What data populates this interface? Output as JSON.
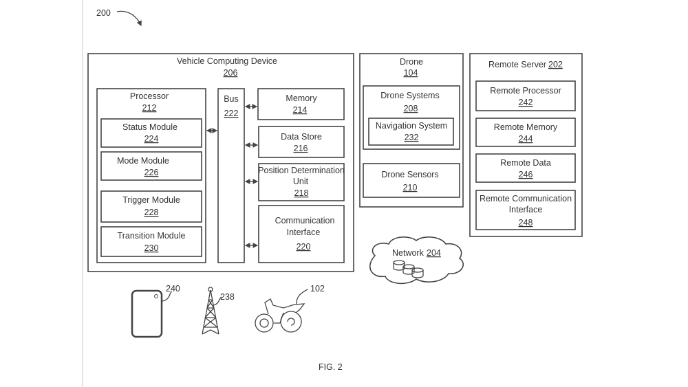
{
  "figure_ref": "200",
  "figure_caption": "FIG. 2",
  "vehicle_computing_device": {
    "title": "Vehicle Computing Device",
    "ref": "206",
    "processor": {
      "title": "Processor",
      "ref": "212",
      "modules": [
        {
          "title": "Status Module",
          "ref": "224"
        },
        {
          "title": "Mode Module",
          "ref": "226"
        },
        {
          "title": "Trigger Module",
          "ref": "228"
        },
        {
          "title": "Transition Module",
          "ref": "230"
        }
      ]
    },
    "bus": {
      "title": "Bus",
      "ref": "222"
    },
    "components": [
      {
        "title": "Memory",
        "ref": "214"
      },
      {
        "title": "Data Store",
        "ref": "216"
      },
      {
        "title_line1": "Position Determination",
        "title_line2": "Unit",
        "ref": "218"
      },
      {
        "title_line1": "Communication",
        "title_line2": "Interface",
        "ref": "220"
      }
    ]
  },
  "drone": {
    "title": "Drone",
    "ref": "104",
    "systems": {
      "title": "Drone Systems",
      "ref": "208",
      "navigation": {
        "title": "Navigation System",
        "ref": "232"
      }
    },
    "sensors": {
      "title": "Drone Sensors",
      "ref": "210"
    }
  },
  "remote_server": {
    "title": "Remote Server",
    "ref": "202",
    "items": [
      {
        "title": "Remote Processor",
        "ref": "242"
      },
      {
        "title": "Remote Memory",
        "ref": "244"
      },
      {
        "title": "Remote Data",
        "ref": "246"
      },
      {
        "title_line1": "Remote Communication",
        "title_line2": "Interface",
        "ref": "248"
      }
    ]
  },
  "network": {
    "title": "Network",
    "ref": "204",
    "icon": "cloud-database-icon"
  },
  "devices": [
    {
      "ref": "240",
      "icon": "mobile-device-icon"
    },
    {
      "ref": "238",
      "icon": "cell-tower-icon"
    },
    {
      "ref": "102",
      "icon": "motorcycle-icon"
    }
  ]
}
